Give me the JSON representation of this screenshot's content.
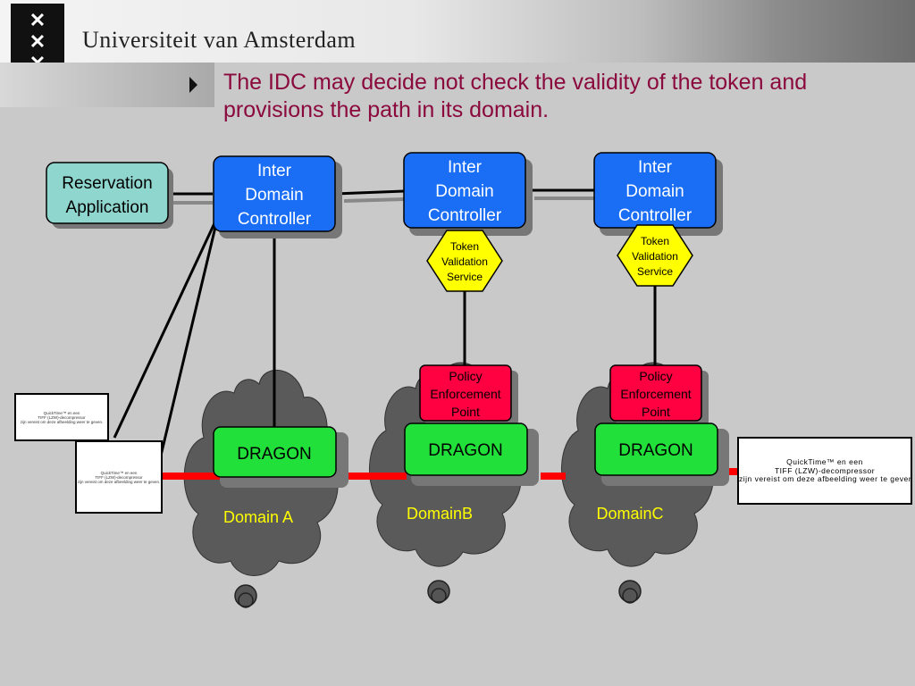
{
  "header": {
    "university_name": "Universiteit van Amsterdam",
    "logo_glyphs": [
      "✕",
      "✕",
      "✕"
    ]
  },
  "slide": {
    "title": "The IDC may decide not check the validity of the token and provisions the path in its domain."
  },
  "diagram": {
    "reservation_application": {
      "line1": "Reservation",
      "line2": "Application"
    },
    "idc_a": {
      "line1": "Inter",
      "line2": "Domain",
      "line3": "Controller"
    },
    "idc_b": {
      "line1": "Inter",
      "line2": "Domain",
      "line3": "Controller"
    },
    "idc_c": {
      "line1": "Inter",
      "line2": "Domain",
      "line3": "Controller"
    },
    "tvs_b": {
      "line1": "Token",
      "line2": "Validation",
      "line3": "Service"
    },
    "tvs_c": {
      "line1": "Token",
      "line2": "Validation",
      "line3": "Service"
    },
    "pep_b": {
      "line1": "Policy",
      "line2": "Enforcement",
      "line3": "Point"
    },
    "pep_c": {
      "line1": "Policy",
      "line2": "Enforcement",
      "line3": "Point"
    },
    "dragon_a": "DRAGON",
    "dragon_b": "DRAGON",
    "dragon_c": "DRAGON",
    "domain_a_label": "Domain A",
    "domain_b_label": "DomainB",
    "domain_c_label": "DomainC",
    "quicktime_small_1": {
      "line1": "QuickTime™ en een",
      "line2": "TIFF (LZW)-decompressor",
      "line3": "zijn vereist om deze afbeelding weer te geven."
    },
    "quicktime_small_2": {
      "line1": "QuickTime™ en een",
      "line2": "TIFF (LZW)-decompressor",
      "line3": "zijn vereist om deze afbeelding weer te geven."
    },
    "quicktime_large": {
      "line1": "QuickTime™ en een",
      "line2": "TIFF (LZW)-decompressor",
      "line3": "zijn vereist om deze afbeelding weer te geven."
    }
  },
  "colors": {
    "idc_fill": "#1a6ef5",
    "reservation_fill": "#8fd6cf",
    "token_fill": "#ffff00",
    "pep_fill": "#ff0040",
    "dragon_fill": "#22e03a",
    "cloud_fill": "#5a5a5a",
    "path_line": "#ff0000",
    "title_color": "#8b0a3e"
  }
}
